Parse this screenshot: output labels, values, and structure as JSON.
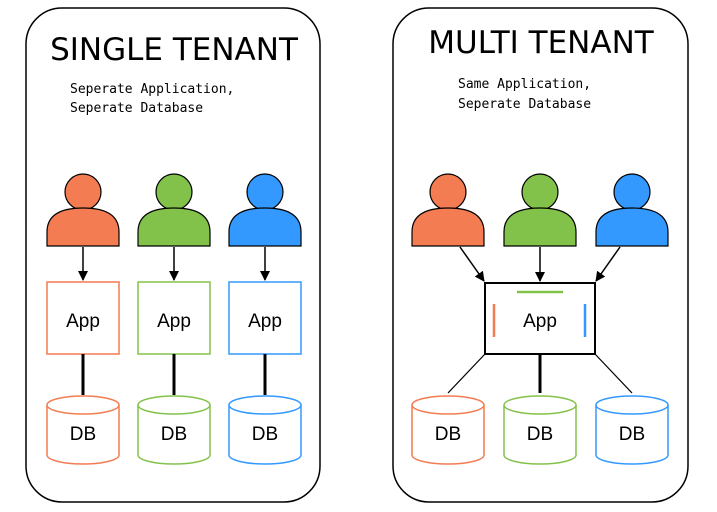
{
  "panels": {
    "single": {
      "title": "SINGLE TENANT",
      "line1": "Seperate Application,",
      "line2": "Seperate Database",
      "app_label": "App",
      "db_label": "DB"
    },
    "multi": {
      "title": "MULTI TENANT",
      "line1": "Same Application,",
      "line2": "Seperate Database",
      "app_label": "App",
      "db_label": "DB"
    }
  },
  "colors": {
    "orange": "#f47c52",
    "green": "#83c24a",
    "blue": "#3399ff",
    "outline": "#000000"
  },
  "icons": {
    "user": "user-icon",
    "database": "database-icon"
  }
}
